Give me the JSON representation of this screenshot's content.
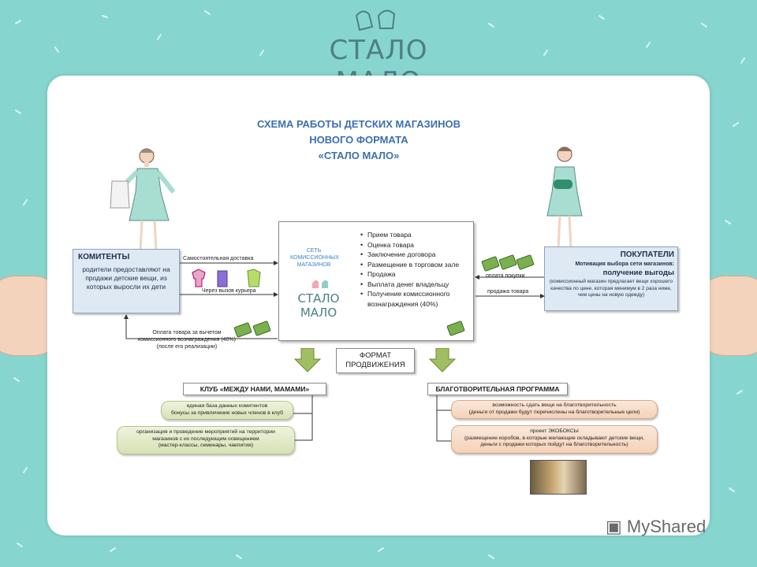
{
  "logo": {
    "text": "СТАЛО МАЛО"
  },
  "title": {
    "line1": "СХЕМА РАБОТЫ ДЕТСКИХ МАГАЗИНОВ",
    "line2": "НОВОГО ФОРМАТА",
    "line3": "«СТАЛО МАЛО»"
  },
  "komitenty": {
    "heading": "КОМИТЕНТЫ",
    "text": "родители предоставляют на продажи детские вещи, из которых выросли их дети"
  },
  "center": {
    "net_line1": "СЕТЬ",
    "net_line2": "КОМИССИОННЫХ",
    "net_line3": "МАГАЗИНОВ",
    "logo": "СТАЛО МАЛО",
    "items": [
      "Прием товара",
      "Оценка товара",
      "Заключение договора",
      "Размещение в торговом зале",
      "Продажа",
      "Выплата денег владельцу",
      "Получение комиссионного вознаграждения (40%)"
    ]
  },
  "pokupateli": {
    "heading": "ПОКУПАТЕЛИ",
    "motivation": "Мотивация выбора сети магазинов:",
    "gain": "получение выгоды",
    "text": "(комиссионный магазин предлагает вещи хорошего качества по цене, которая минимум в 2 раза ниже, чем цены на новую одежду)"
  },
  "arrows": {
    "self_delivery": "Самостоятельная доставка",
    "courier": "Через вызов курьера",
    "payment_line1": "Оплата товара за вычетом",
    "payment_line2": "комиссионного вознаграждения (40%)",
    "payment_line3": "(после его реализации)",
    "purchase_payment": "оплата покупки",
    "goods_sale": "продажа товара"
  },
  "format": {
    "line1": "ФОРМАТ",
    "line2": "ПРОДВИЖЕНИЯ"
  },
  "club": {
    "heading": "КЛУБ «МЕЖДУ НАМИ, МАМАМИ»",
    "item1_line1": "единая база данных комитентов",
    "item1_line2": "бонусы за привлечение новых членов в клуб",
    "item2_line1": "организация и проведение мероприятий на территории",
    "item2_line2": "магазинов с их последующим освещением",
    "item2_line3": "(мастер-классы, семинары, чаепития)"
  },
  "charity": {
    "heading": "БЛАГОТВОРИТЕЛЬНАЯ ПРОГРАММА",
    "item1_line1": "возможность сдать вещи на благотворительность",
    "item1_line2": "(деньги от продажи будут перечислены на благотворительные цели)",
    "item2_line1": "проект ЭКОБОКСЫ",
    "item2_line2": "(размещение коробов, в которые желающие складывают детские вещи,",
    "item2_line3": "деньги с продажи которых пойдут на благотворительность)"
  },
  "watermark": {
    "text": "MyShared"
  },
  "colors": {
    "background": "#86d6cf",
    "accent": "#3d6fb1",
    "box_fill": "#dfe9f3",
    "green_pill": "#d6e2b4",
    "orange_pill": "#f5d2b8"
  }
}
